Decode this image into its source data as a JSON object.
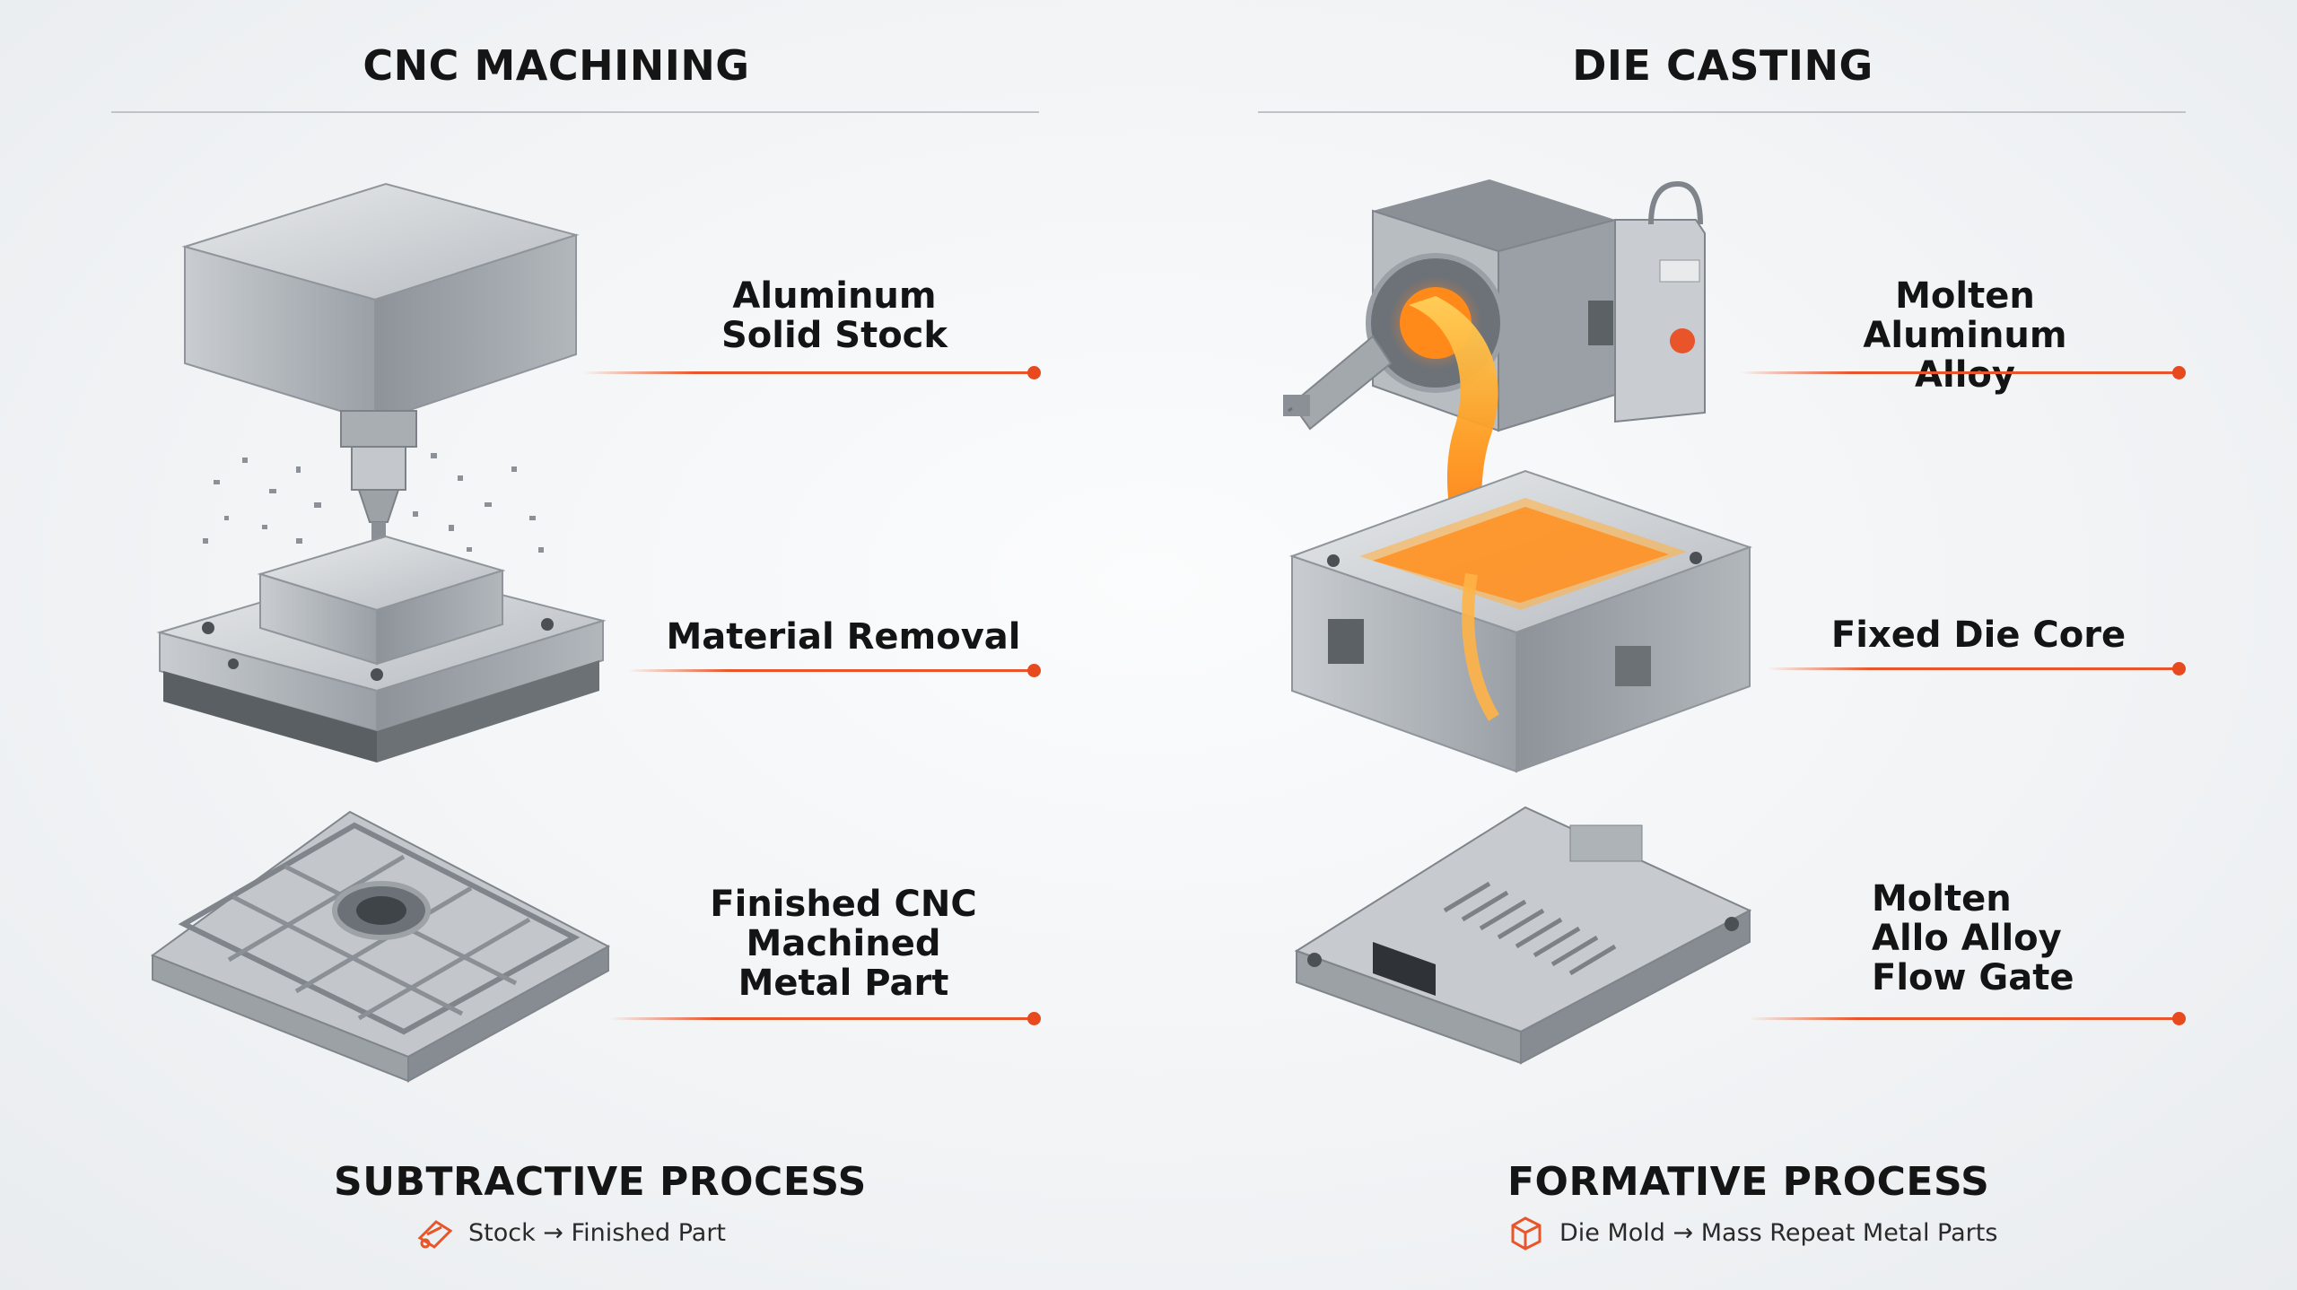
{
  "left": {
    "title": "CNC MACHINING",
    "labels": {
      "stock": [
        "Aluminum",
        "Solid Stock"
      ],
      "removal": "Material Removal",
      "finished": [
        "Finished CNC",
        "Machined",
        "Metal Part"
      ]
    },
    "process": {
      "title": "SUBTRACTIVE PROCESS",
      "flow": "Stock → Finished Part",
      "icon": "cutting-tool-icon"
    }
  },
  "right": {
    "title": "DIE CASTING",
    "labels": {
      "molten": [
        "Molten",
        "Aluminum Alloy"
      ],
      "core": "Fixed Die Core",
      "gate": [
        "Molten",
        "Allo Alloy",
        "Flow Gate"
      ]
    },
    "process": {
      "title": "FORMATIVE PROCESS",
      "flow": "Die Mold → Mass Repeat Metal Parts",
      "icon": "mold-box-icon"
    }
  },
  "colors": {
    "accent": "#e8552a",
    "metal": "#b9bec3",
    "molten": "#ff9a1f"
  }
}
